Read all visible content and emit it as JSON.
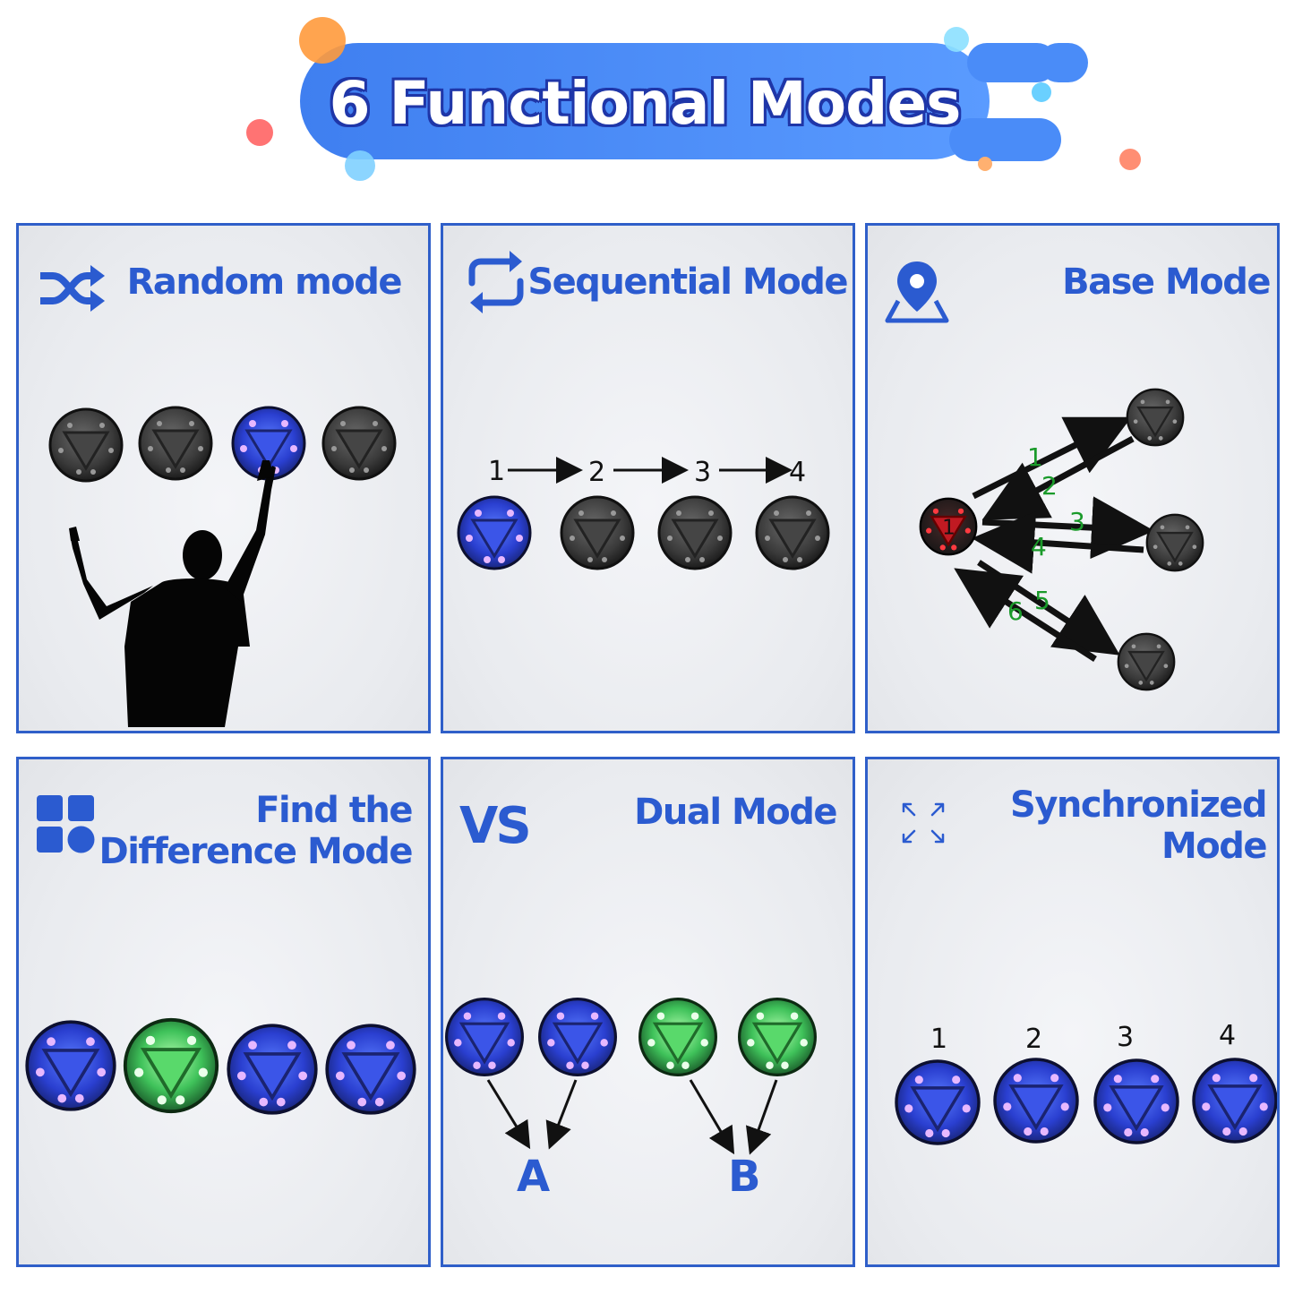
{
  "header": {
    "title": "6 Functional Modes"
  },
  "colors": {
    "accent_blue": "#2b5bd0",
    "banner_blue": "#4a86f0",
    "green_label": "#1a9a2a",
    "base_red": "#d0202a"
  },
  "panels": {
    "random": {
      "title": "Random mode",
      "icon": "shuffle-icon"
    },
    "sequential": {
      "title": "Sequential Mode",
      "icon": "repeat-icon",
      "steps": [
        "1",
        "2",
        "3",
        "4"
      ]
    },
    "base": {
      "title": "Base Mode",
      "icon": "map-pin-icon",
      "base_label": "1",
      "paths": [
        "1",
        "2",
        "3",
        "4",
        "5",
        "6"
      ]
    },
    "difference": {
      "title_line1": "Find the",
      "title_line2": "Difference Mode",
      "icon": "grid-shapes-icon"
    },
    "dual": {
      "title": "Dual Mode",
      "badge": "VS",
      "group_a": "A",
      "group_b": "B"
    },
    "sync": {
      "title_line1": "Synchronized",
      "title_line2": "Mode",
      "icon": "expand-arrows-icon",
      "numbers": [
        "1",
        "2",
        "3",
        "4"
      ]
    }
  }
}
